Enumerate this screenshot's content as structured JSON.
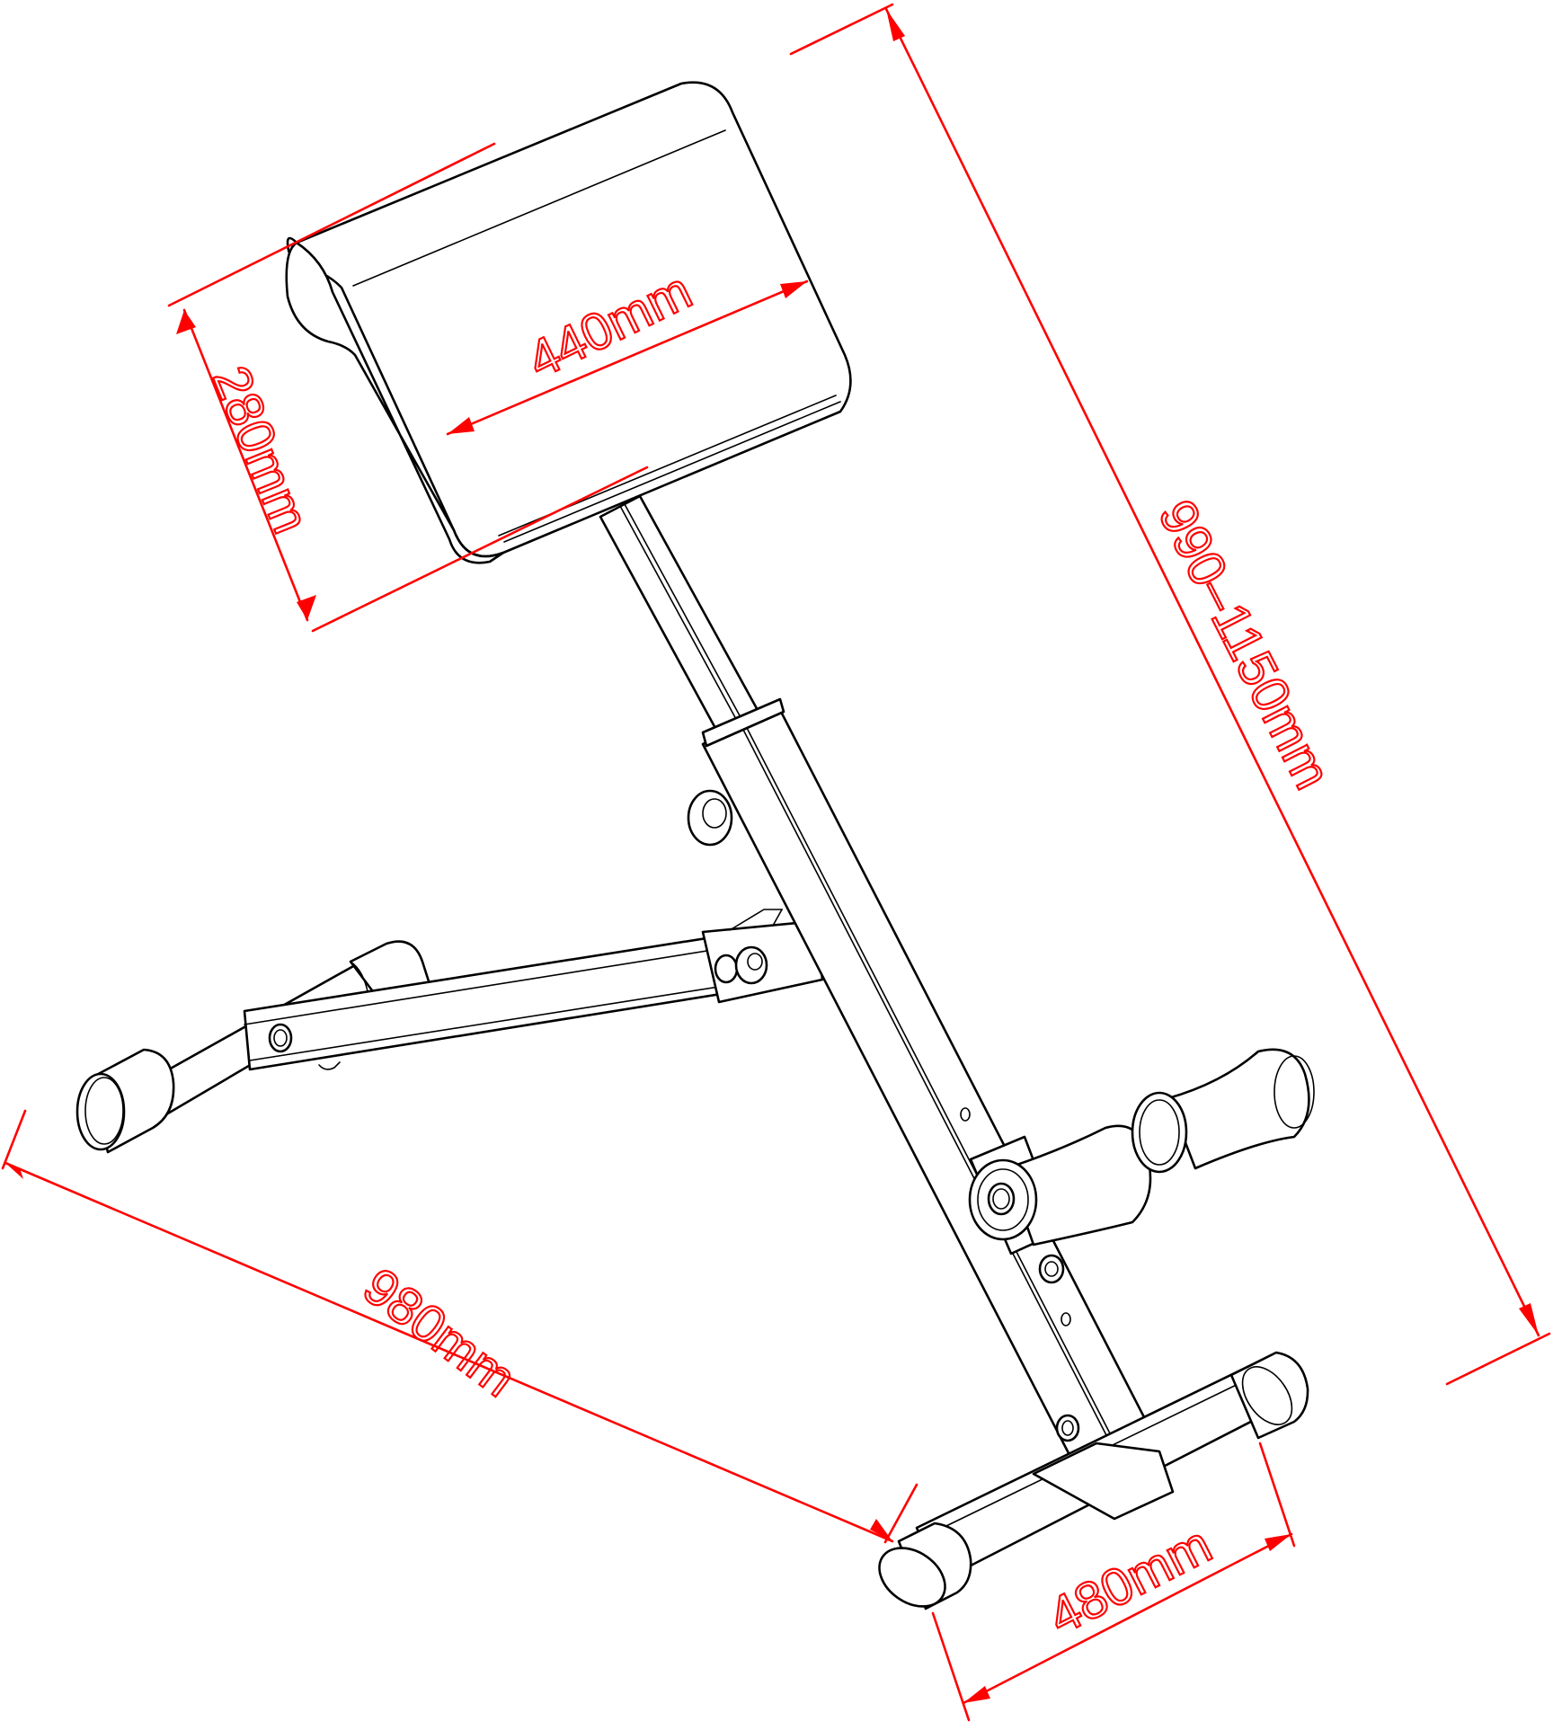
{
  "diagram": {
    "subject": "Adjustable hyperextension / back-extension bench",
    "line_color": "#000000",
    "dimension_color": "#ff0000",
    "background": "#ffffff",
    "dimensions": {
      "pad_height": {
        "label": "280mm",
        "value_mm": 280
      },
      "pad_width": {
        "label": "440mm",
        "value_mm": 440
      },
      "overall_height": {
        "label": "990–1150mm",
        "min_mm": 990,
        "max_mm": 1150
      },
      "overall_length": {
        "label": "980mm",
        "value_mm": 980
      },
      "base_width": {
        "label": "480mm",
        "value_mm": 480
      }
    },
    "parts": [
      "hip-pad",
      "upright-post-inner",
      "upright-post-outer",
      "height-adjust-knob",
      "front-leg-tube",
      "front-leg-pin",
      "front-foot-cap",
      "leg-roller-left",
      "leg-roller-right",
      "roller-pivot-bolt",
      "rear-base-bar",
      "rear-foot-cap-left",
      "rear-foot-cap-right"
    ]
  }
}
